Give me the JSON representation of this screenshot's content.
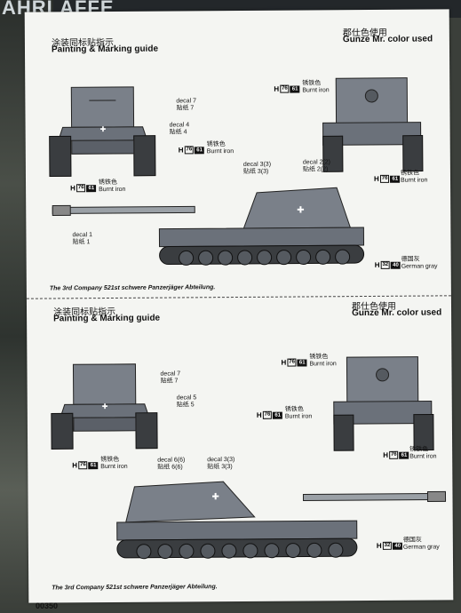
{
  "box_title": "AHRLAFFE",
  "footer_code": "00350",
  "panels": [
    {
      "header_cn": "涂装同标贴指示",
      "header_en": "Painting & Marking guide",
      "paint_header_cn": "郡仕色使用",
      "paint_header_en": "Gunze Mr. color used",
      "caption": "The 3rd Company 521st schwere Panzerjäger Abteilung.",
      "labels": {
        "d7": "decal 7",
        "d7cn": "贴纸 7",
        "d4": "decal 4",
        "d4cn": "贴纸 4",
        "d33": "decal 3(3)",
        "d33cn": "贴纸 3(3)",
        "d22": "decal 2(2)",
        "d22cn": "贴纸 2(2)",
        "d1": "decal 1",
        "d1cn": "贴纸 1"
      },
      "paints": [
        {
          "h": "H",
          "num": "76",
          "b": "61",
          "cn": "锈铁色",
          "en": "Burnt iron"
        },
        {
          "h": "H",
          "num": "76",
          "b": "61",
          "cn": "锈铁色",
          "en": "Burnt iron"
        },
        {
          "h": "H",
          "num": "76",
          "b": "61",
          "cn": "锈铁色",
          "en": "Burnt iron"
        },
        {
          "h": "H",
          "num": "76",
          "b": "61",
          "cn": "锈铁色",
          "en": "Burnt iron"
        },
        {
          "h": "H",
          "num": "32",
          "b": "40",
          "cn": "德国灰",
          "en": "German gray"
        }
      ]
    },
    {
      "header_cn": "涂装同标贴指示",
      "header_en": "Painting & Marking guide",
      "paint_header_cn": "郡仕色使用",
      "paint_header_en": "Gunze Mr. color used",
      "caption": "The 3rd Company 521st schwere Panzerjäger Abteilung.",
      "labels": {
        "d7": "decal 7",
        "d7cn": "贴纸 7",
        "d5": "decal 5",
        "d5cn": "贴纸 5",
        "d66": "decal 6(6)",
        "d66cn": "贴纸 6(6)",
        "d33": "decal 3(3)",
        "d33cn": "贴纸 3(3)"
      },
      "paints": [
        {
          "h": "H",
          "num": "76",
          "b": "61",
          "cn": "锈铁色",
          "en": "Burnt iron"
        },
        {
          "h": "H",
          "num": "76",
          "b": "61",
          "cn": "锈铁色",
          "en": "Burnt iron"
        },
        {
          "h": "H",
          "num": "76",
          "b": "61",
          "cn": "锈铁色",
          "en": "Burnt iron"
        },
        {
          "h": "H",
          "num": "76",
          "b": "61",
          "cn": "锈铁色",
          "en": "Burnt iron"
        },
        {
          "h": "H",
          "num": "32",
          "b": "40",
          "cn": "德国灰",
          "en": "German gray"
        }
      ]
    }
  ]
}
